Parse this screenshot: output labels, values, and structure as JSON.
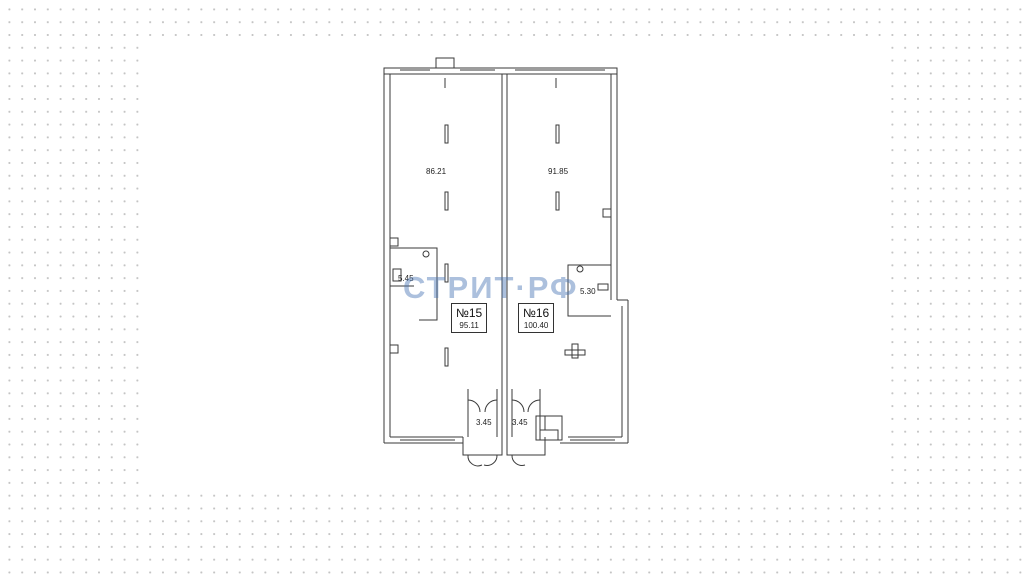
{
  "units": [
    {
      "number": "№15",
      "area": "95.11"
    },
    {
      "number": "№16",
      "area": "100.40"
    }
  ],
  "rooms": {
    "unit15_main": "86.21",
    "unit16_main": "91.85",
    "unit15_wc": "5.45",
    "unit16_wc": "5.30",
    "vestibule_left": "3.45",
    "vestibule_right": "3.45"
  },
  "watermark": "СТРИТ·РФ"
}
